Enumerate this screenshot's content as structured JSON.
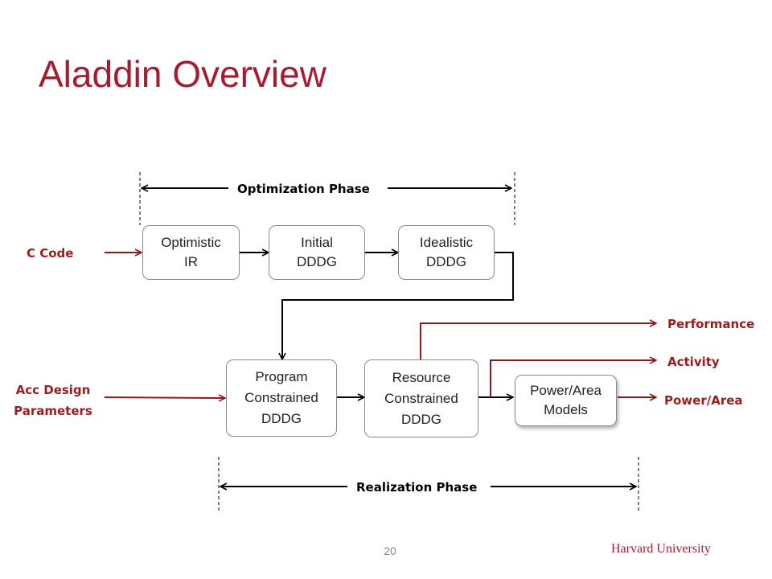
{
  "slide": {
    "title": "Aladdin Overview",
    "page_number": "20",
    "footer": "Harvard University"
  },
  "colors": {
    "accent": "#a51c30",
    "dark_red": "#8b1a1a",
    "label_red": "#9b1c1c",
    "black": "#000000"
  },
  "phases": {
    "optimization": "Optimization  Phase",
    "realization": "Realization  Phase"
  },
  "inputs": {
    "c_code": "C Code",
    "acc_design_line1": "Acc Design",
    "acc_design_line2": "Parameters"
  },
  "boxes": {
    "optimistic_ir": [
      "Optimistic",
      "IR"
    ],
    "initial_dddg": [
      "Initial",
      "DDDG"
    ],
    "idealistic_dddg": [
      "Idealistic",
      "DDDG"
    ],
    "program_constrained": [
      "Program",
      "Constrained",
      "DDDG"
    ],
    "resource_constrained": [
      "Resource",
      "Constrained",
      "DDDG"
    ],
    "power_area_models": [
      "Power/Area",
      "Models"
    ]
  },
  "outputs": {
    "performance": "Performance",
    "activity": "Activity",
    "power_area": "Power/Area"
  }
}
